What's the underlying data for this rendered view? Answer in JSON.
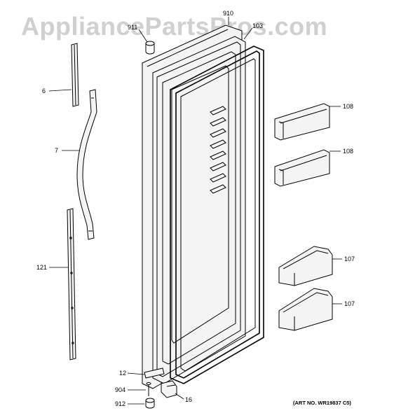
{
  "watermark": "AppliancePartsPros.com",
  "art_number": "(ART NO. WR19837 C5)",
  "callouts": {
    "p910": "910",
    "p911": "911",
    "p103": "103",
    "p6": "6",
    "p7": "7",
    "p121": "121",
    "p108a": "108",
    "p108b": "108",
    "p107a": "107",
    "p107b": "107",
    "p12": "12",
    "p904": "904",
    "p912": "912",
    "p16": "16"
  }
}
